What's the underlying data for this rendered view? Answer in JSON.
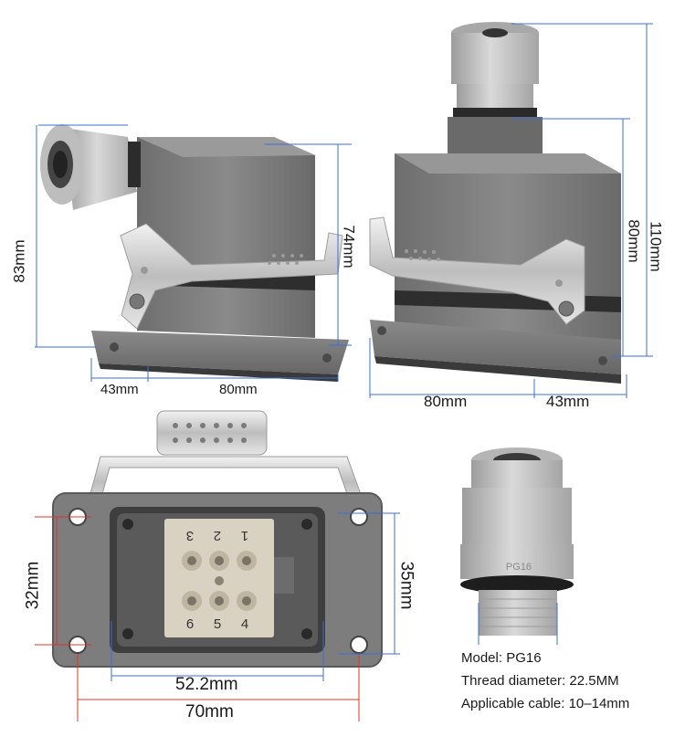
{
  "dimensions": {
    "side_left": {
      "height": "83mm",
      "inner_height": "74mm",
      "depth": "43mm",
      "width": "80mm"
    },
    "side_right": {
      "total_height": "110mm",
      "body_height": "80mm",
      "width": "80mm",
      "depth": "43mm"
    },
    "front": {
      "hole_spacing_v": "32mm",
      "window_v": "35mm",
      "window_h": "52.2mm",
      "hole_spacing_h": "70mm"
    }
  },
  "insert_numbers": {
    "top": [
      "3",
      "2",
      "1"
    ],
    "bottom": [
      "6",
      "5",
      "4"
    ]
  },
  "gland_marking": "PG16",
  "specs": {
    "model": "Model: PG16",
    "thread": "Thread diameter: 22.5MM",
    "cable": "Applicable cable: 10–14mm"
  },
  "colors": {
    "housing": "#7b7b7b",
    "housing_dark": "#5c5c5c",
    "gland": "#c9c9c9",
    "metal": "#d8d8d8",
    "dim_line_blue": "#3b6fd8",
    "dim_line_red": "#e0342c"
  }
}
